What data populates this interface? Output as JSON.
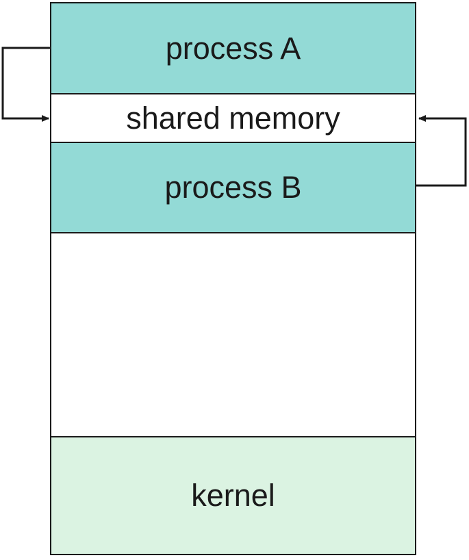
{
  "regions": {
    "process_a": {
      "label": "process A",
      "color": "#93dad6"
    },
    "shared_memory": {
      "label": "shared memory",
      "color": "#ffffff"
    },
    "process_b": {
      "label": "process B",
      "color": "#93dad6"
    },
    "free_space": {
      "label": "",
      "color": "#ffffff"
    },
    "kernel": {
      "label": "kernel",
      "color": "#dbf3e2"
    }
  },
  "colors": {
    "border": "#1a1a1a",
    "arrow": "#1a1a1a"
  }
}
